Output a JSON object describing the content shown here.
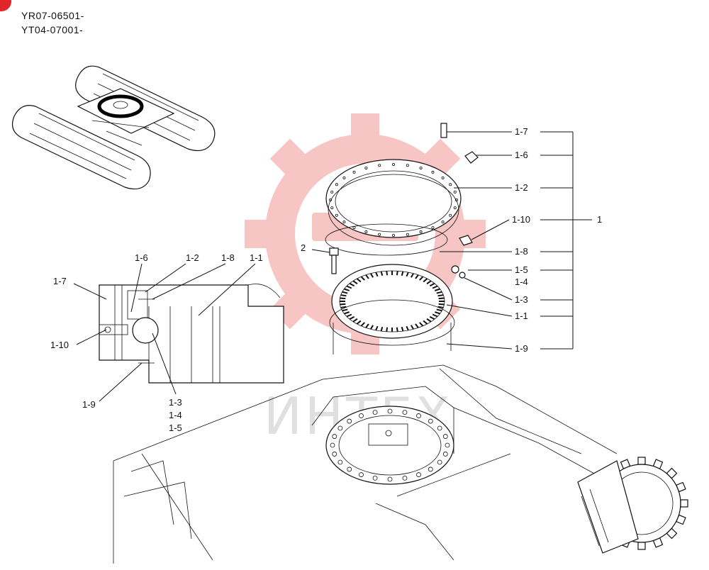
{
  "serials": [
    "YR07-06501-",
    "YT04-07001-"
  ],
  "watermark": "ИНТЕХ",
  "colors": {
    "badge": "#e0252b",
    "watermark_logo": "#f08080",
    "lines": "#111111",
    "watermark_text": "#c8c8c8"
  },
  "exploded_labels": {
    "p1_7": "1-7",
    "p1_6": "1-6",
    "p1_2": "1-2",
    "p1_10": "1-10",
    "p1": "1",
    "p1_8": "1-8",
    "p2": "2",
    "p1_5": "1-5",
    "p1_4": "1-4",
    "p1_3": "1-3",
    "p1_1": "1-1",
    "p1_9": "1-9"
  },
  "section_labels": {
    "p1_6": "1-6",
    "p1_2": "1-2",
    "p1_8": "1-8",
    "p1_1": "1-1",
    "p1_7": "1-7",
    "p1_10": "1-10",
    "p1_9": "1-9",
    "p1_3": "1-3",
    "p1_4": "1-4",
    "p1_5": "1-5"
  }
}
